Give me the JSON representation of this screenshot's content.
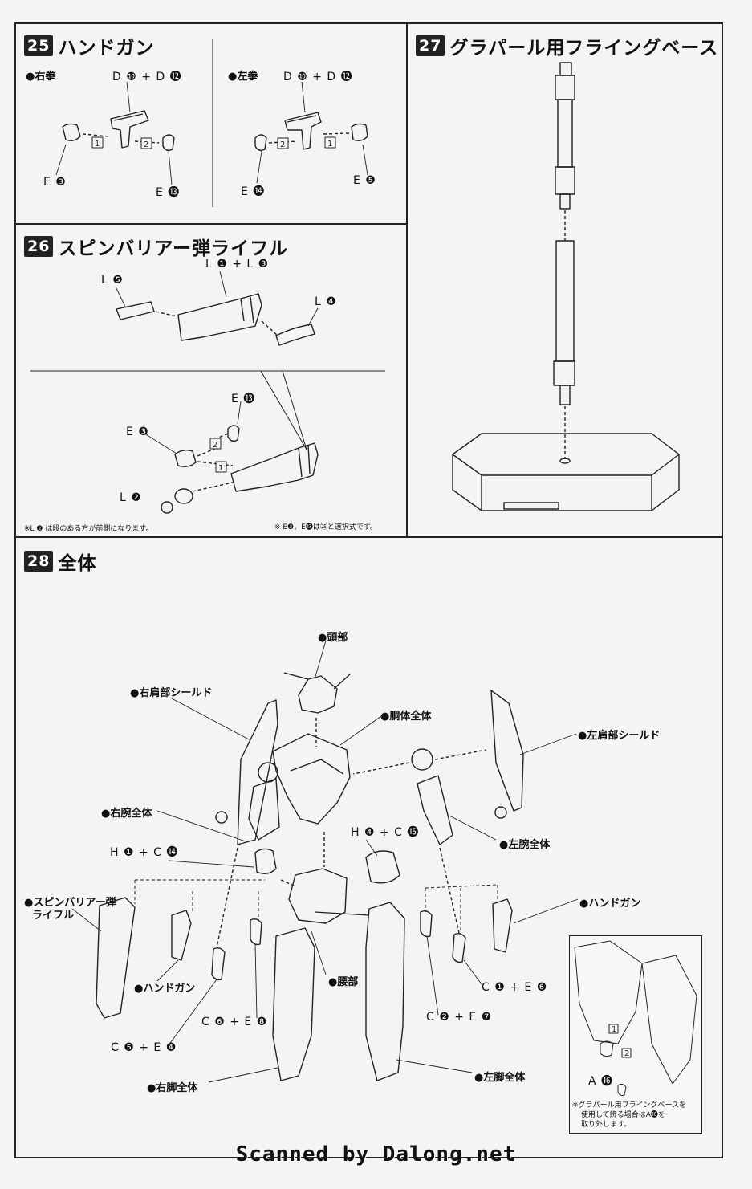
{
  "step25": {
    "number": "25",
    "title": "ハンドガン",
    "right_fist": "●右拳",
    "left_fist": "●左拳",
    "code_d": "D ❿ + D ⓬",
    "code_d_left": "D ❿ + D ⓬",
    "code_e3": "E ❸",
    "code_e13": "E ⓭",
    "code_e14": "E ⓮",
    "code_e5": "E ❺",
    "step1": "1",
    "step2": "2"
  },
  "step26": {
    "number": "26",
    "title": "スピンバリアー弾ライフル",
    "code_l1l3": "L ❶ + L ❸",
    "code_l5": "L ❺",
    "code_l4": "L ❹",
    "code_e13": "E ⓭",
    "code_e3": "E ❸",
    "code_l2": "L ❷",
    "note_left": "※L ❷ は段のある方が前側になります。",
    "note_right": "※ E❸、E⓭は㉕と選択式です。"
  },
  "step27": {
    "number": "27",
    "title": "グラパール用フライングベース"
  },
  "step28": {
    "number": "28",
    "title": "全体",
    "head": "●頭部",
    "right_shoulder": "●右肩部シールド",
    "body": "●胴体全体",
    "left_shoulder": "●左肩部シールド",
    "right_arm": "●右腕全体",
    "left_arm": "●左腕全体",
    "code_h1c14": "H ❶ + C ⓮",
    "code_h4c15": "H ❹ + C ⓯",
    "rifle_line1": "●スピンバリアー弾",
    "rifle_line2": "ライフル",
    "handgun_left": "●ハンドガン",
    "handgun_right": "●ハンドガン",
    "waist": "●腰部",
    "code_c6e8": "C ❻ + E ❽",
    "code_c5e4": "C ❺ + E ❹",
    "code_c1e6": "C ❶ + E ❻",
    "code_c2e7": "C ❷ + E ❼",
    "right_leg": "●右脚全体",
    "left_leg": "●左脚全体",
    "inset_code": "A ⓰",
    "inset_note_1": "※グラパール用フライングベースを",
    "inset_note_2": "使用して飾る場合はA⓰を",
    "inset_note_3": "取り外します。"
  },
  "footer": "Scanned by Dalong.net"
}
